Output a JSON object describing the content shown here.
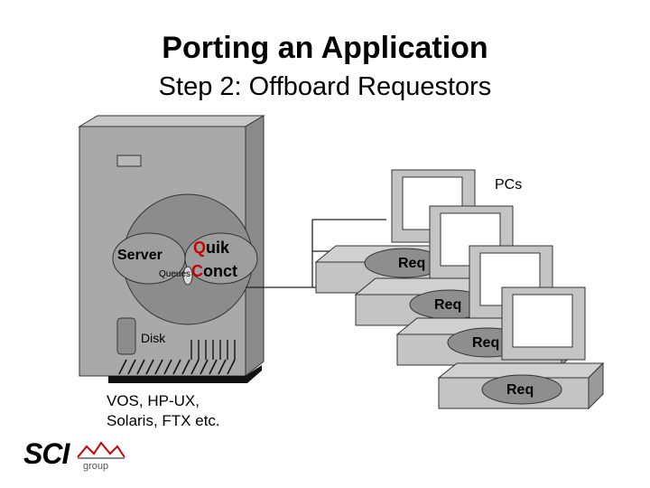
{
  "title": "Porting an Application",
  "subtitle": "Step 2: Offboard Requestors",
  "server": {
    "server_label": "Server",
    "queues_label": "Queues",
    "quik_q": "Q",
    "quik_rest": "uik",
    "conct_c": "C",
    "conct_rest": "onct",
    "disk_label": "Disk"
  },
  "platforms_line1": "VOS, HP-UX,",
  "platforms_line2": "Solaris, FTX etc.",
  "pcs_label": "PCs",
  "req_labels": [
    "Req",
    "Req",
    "Req",
    "Req"
  ],
  "logo": {
    "text": "SCI",
    "sub": "group"
  },
  "colors": {
    "accent_red": "#cc0000",
    "server_body": "#a8a8a8",
    "pc_gray": "#c4c4c4"
  }
}
